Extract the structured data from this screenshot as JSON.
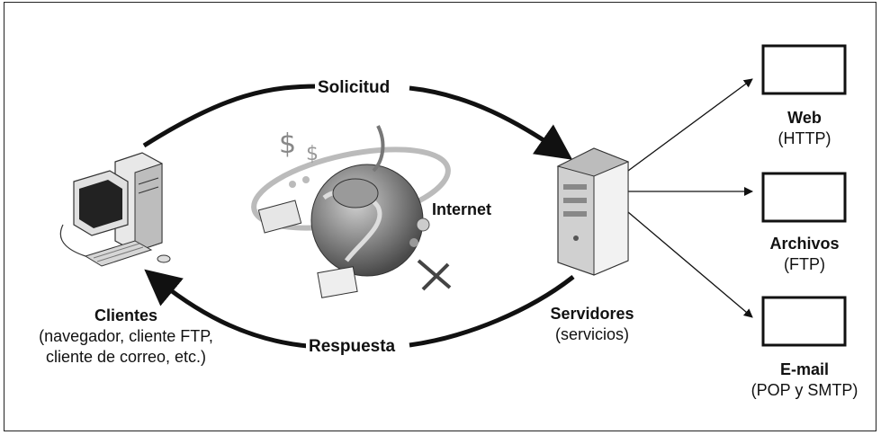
{
  "flow": {
    "request_label": "Solicitud",
    "response_label": "Respuesta",
    "internet_label": "Internet"
  },
  "clients": {
    "title": "Clientes",
    "line1": "(navegador, cliente FTP,",
    "line2": "cliente de correo, etc.)"
  },
  "servers": {
    "title": "Servidores",
    "subtitle": "(servicios)"
  },
  "services": [
    {
      "name": "Web",
      "protocol": "(HTTP)"
    },
    {
      "name": "Archivos",
      "protocol": "(FTP)"
    },
    {
      "name": "E-mail",
      "protocol": "(POP y SMTP)"
    }
  ],
  "colors": {
    "line": "#111111",
    "server_fill": "#e6e6e6",
    "globe_fill": "#8a8a8a"
  }
}
